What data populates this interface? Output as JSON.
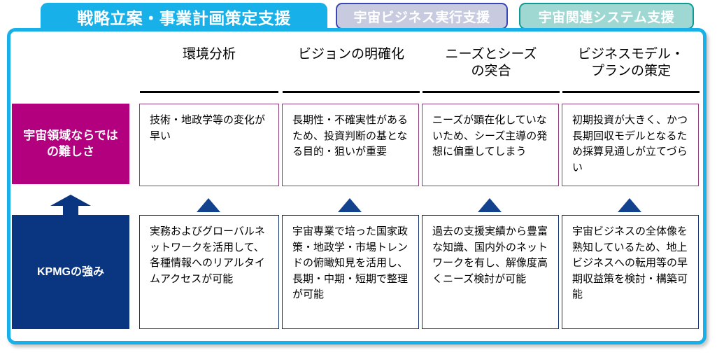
{
  "tabs": [
    {
      "id": "tab-strategy",
      "label": "戦略立案・事業計画策定支援",
      "state": "active"
    },
    {
      "id": "tab-execution",
      "label": "宇宙ビジネス実行支援",
      "state": "inactive"
    },
    {
      "id": "tab-systems",
      "label": "宇宙関連システム支援",
      "state": "inactive"
    }
  ],
  "colors": {
    "accent_cyan": "#17b0e8",
    "magenta": "#b3007f",
    "navy": "#0a3580",
    "tab2_fill": "#c8cbe0",
    "tab2_border": "#3a46b4",
    "tab3_fill": "#9fd8d2",
    "tab3_border": "#0f9a96",
    "top_cell_border": "#8e3b7c",
    "bottom_cell_border": "#12306e"
  },
  "columns": [
    {
      "id": "col-environment",
      "header": "環境分析"
    },
    {
      "id": "col-vision",
      "header": "ビジョンの明確化"
    },
    {
      "id": "col-needs-seeds",
      "header": "ニーズとシーズ\nの突合"
    },
    {
      "id": "col-business-model",
      "header": "ビジネスモデル・\nプランの策定"
    }
  ],
  "rows": [
    {
      "id": "row-difficulty",
      "label": "宇宙領域ならでは\nの難しさ",
      "cells": [
        "技術・地政学等の変化が早い",
        "長期性・不確実性があるため、投資判断の基となる目的・狙いが重要",
        "ニーズが顕在化していないため、シーズ主導の発想に偏重してしまう",
        "初期投資が大きく、かつ長期回収モデルとなるため採算見通しが立てづらい"
      ]
    },
    {
      "id": "row-strength",
      "label": "KPMGの強み",
      "cells": [
        "実務およびグローバルネットワークを活用して、各種情報へのリアルタイムアクセスが可能",
        "宇宙専業で培った国家政策・地政学・市場トレンドの俯瞰知見を活用し、長期・中期・短期で整理が可能",
        "過去の支援実績から豊富な知識、国内外のネットワークを有し、解像度高くニーズ検討が可能",
        "宇宙ビジネスの全体像を熟知しているため、地上ビジネスへの転用等の早期収益策を検討・構築可能"
      ]
    }
  ],
  "arrows": {
    "left_arrow_direction": "up",
    "column_arrow_direction": "up",
    "count": 4
  }
}
